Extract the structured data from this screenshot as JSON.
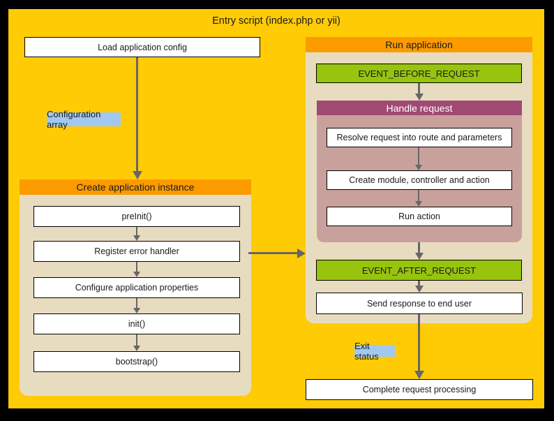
{
  "title": "Entry script (index.php or yii)",
  "colors": {
    "canvas": "#FFCB05",
    "frame": "#000000",
    "orange": "#FB9B00",
    "tan": "#E8DCC0",
    "green": "#97C40D",
    "maroon": "#A04A73",
    "pink": "#C9A19C",
    "blue-label": "#A0C8F0",
    "arrow": "#666666",
    "box-bg": "#FFFFFF",
    "box-border": "#000000"
  },
  "left": {
    "load_config_label": "Load application config",
    "config_array_label": "Configuration array",
    "create_instance": {
      "header": "Create application instance",
      "steps": [
        "preInit()",
        "Register error handler",
        "Configure application properties",
        "init()",
        "bootstrap()"
      ]
    }
  },
  "right": {
    "run_application": {
      "header": "Run application",
      "event_before": "EVENT_BEFORE_REQUEST",
      "handle_request": {
        "header": "Handle request",
        "steps": [
          "Resolve request into route and parameters",
          "Create module, controller and action",
          "Run action"
        ]
      },
      "event_after": "EVENT_AFTER_REQUEST",
      "send_response_label": "Send response to end user"
    },
    "exit_status_label": "Exit status",
    "complete_label": "Complete request processing"
  }
}
